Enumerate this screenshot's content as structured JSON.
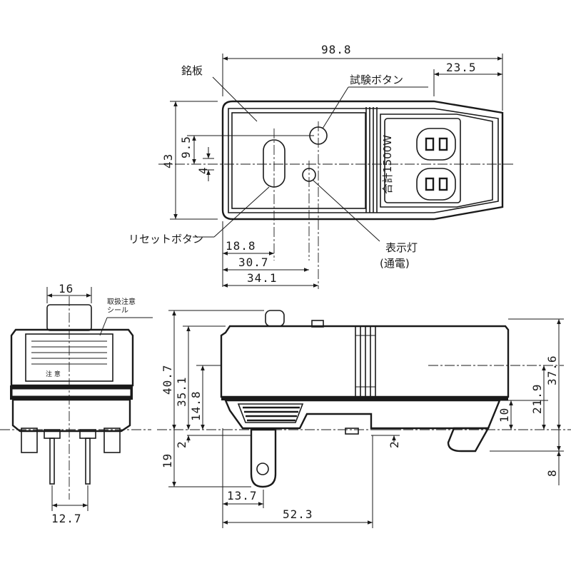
{
  "top_view": {
    "dims": {
      "overall_length": "98.8",
      "outlet_section": "23.5",
      "height": "43",
      "button_spacing": "9.5",
      "small_gap": "4",
      "reset_x": "18.8",
      "indicator_x": "30.7",
      "test_x": "34.1"
    },
    "labels": {
      "nameplate": "銘板",
      "test_button": "試験ボタン",
      "reset_button": "リセットボタン",
      "indicator": "表示灯",
      "indicator_sub": "(通電)",
      "rating": "合計1500W"
    }
  },
  "front_view": {
    "dims": {
      "top_width": "16",
      "pin_pitch": "12.7"
    },
    "labels": {
      "caution_seal": "取扱注意\nシール",
      "seal_mark": "注 意"
    }
  },
  "side_view": {
    "dims": {
      "total_height": "40.7",
      "body_height": "35.1",
      "upper": "14.8",
      "plug_gap": "2",
      "plug_length": "19",
      "right_gap": "2",
      "right_10": "10",
      "right_21_9": "21.9",
      "right_37_6": "37.6",
      "foot": "8",
      "plug_offset": "13.7",
      "base_length": "52.3"
    }
  }
}
